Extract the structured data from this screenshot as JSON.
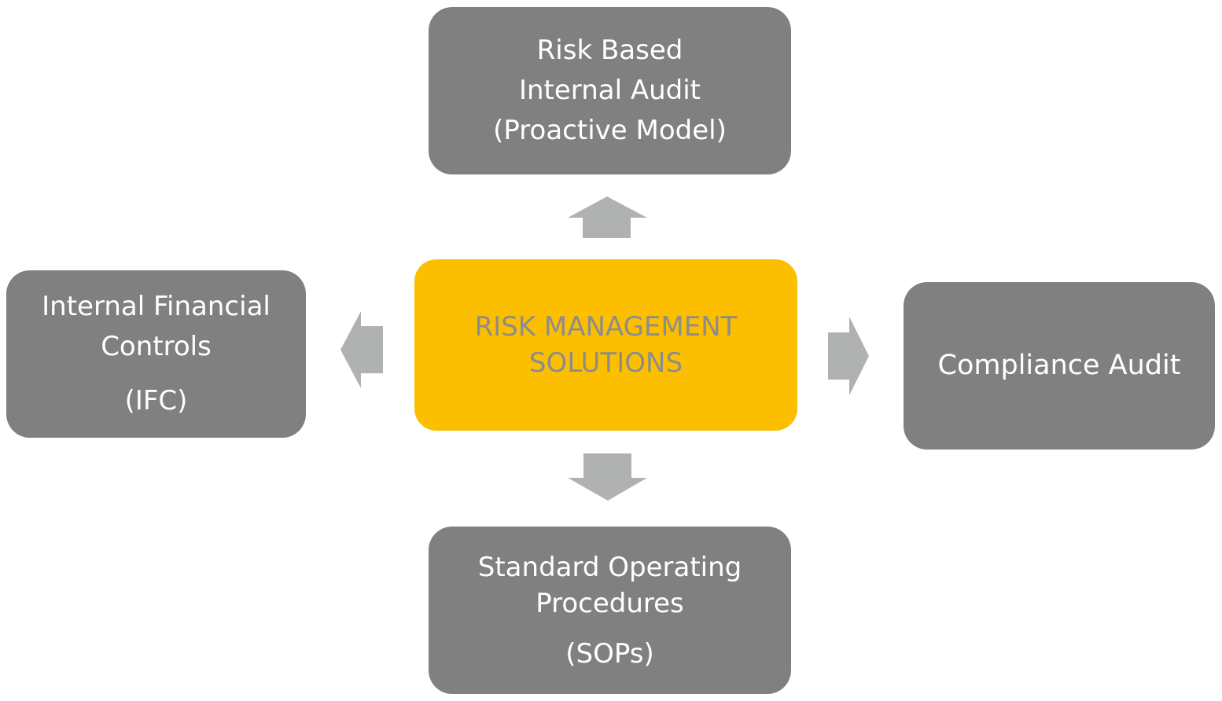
{
  "center": {
    "lines": [
      "RISK MANAGEMENT",
      "SOLUTIONS"
    ]
  },
  "nodes": {
    "top": {
      "lines": [
        "Risk Based",
        "Internal Audit",
        "(Proactive Model)"
      ]
    },
    "left": {
      "lines": [
        "Internal Financial",
        "Controls",
        "(IFC)"
      ]
    },
    "right": {
      "lines": [
        "Compliance Audit"
      ]
    },
    "bottom": {
      "lines": [
        "Standard Operating",
        "Procedures",
        "(SOPs)"
      ]
    }
  },
  "colors": {
    "center_fill": "#fcbf00",
    "center_text": "#8c8c8c",
    "node_fill": "#808080",
    "node_text": "#ffffff",
    "arrow_fill": "#b0b2b1"
  }
}
